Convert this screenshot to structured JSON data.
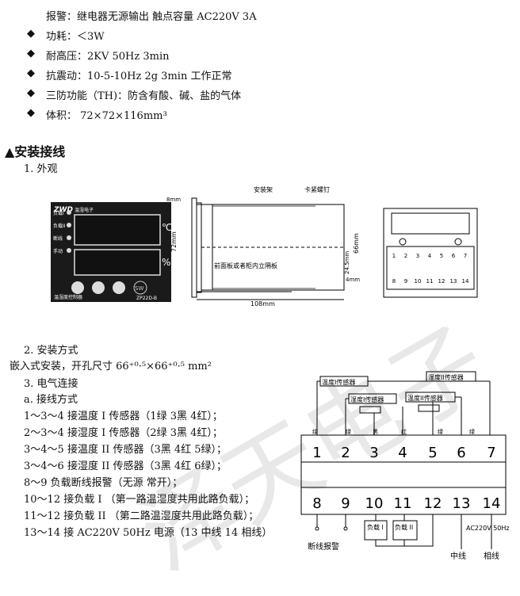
{
  "specs": {
    "alarm": "报警：继电器无源输出 触点容量 AC220V 3A",
    "items": [
      "功耗：＜3W",
      "耐高压：2KV 50Hz 3min",
      "抗震动：10-5-10Hz 2g 3min 工作正常",
      "三防功能（TH)：防含有酸、碱、盐的气体",
      "体积： 72×72×116mm³"
    ],
    "bullet": "◆"
  },
  "section_title": "▲安装接线",
  "appearance": {
    "heading": "1.  外观",
    "front_labels": [
      "负载I",
      "负载II",
      "断线",
      "手动"
    ],
    "front_brand": "ZWD",
    "front_brand_sub": "温湿电子",
    "front_c1": "℃",
    "front_c2": "%",
    "front_model": "ZP22D-B",
    "front_name": "温湿度控制器",
    "front_sw": "SW",
    "side_dim_8": "8mm",
    "side_dim_72": "72mm",
    "side_dim_66": "66mm",
    "side_dim_245": "24.5mm",
    "side_dim_4": "4mm",
    "side_dim_108": "108mm",
    "side_label_mount": "安装架",
    "side_label_screw": "卡紧螺钉",
    "side_label_panel": "前面板或者柜内立隔板",
    "back_top_nums": [
      "1",
      "2",
      "3",
      "4",
      "5",
      "6",
      "7"
    ],
    "back_bot_nums": [
      "8",
      "9",
      "10",
      "11",
      "12",
      "13",
      "14"
    ]
  },
  "install": {
    "heading": "2.  安装方式",
    "text": "嵌入式安装，开孔尺寸 66⁺⁰·⁵×66⁺⁰·⁵ mm²"
  },
  "wiring": {
    "heading": "3.  电气连接",
    "sub": "a. 接线方式",
    "lines": [
      "1～3～4 接温度 I 传感器（1绿 3黑 4红）；",
      "2～3～4 接湿度 I 传感器（2绿 3黑 4红）；",
      "3～4～5 接温度 II 传感器（3黑 4红 5绿）；",
      "3～4～6 接湿度 II 传感器（3黑 4红 6绿）；",
      "8～9  负载断线报警（无源 常开）；",
      "10～12 接负载 I （第一路温湿度共用此路负载）；",
      "11～12 接负载 II （第二路温湿度共用此路负载）；",
      "13～14 接 AC220V 50Hz 电源（13 中线 14 相线）"
    ]
  },
  "diagram": {
    "sensor_t1": "温度I传感器",
    "sensor_h1": "湿度I传感器",
    "sensor_h2": "湿度II传感器",
    "sensor_t2": "温度II传感器",
    "wire_green": "绿",
    "wire_black": "黑",
    "wire_red": "红",
    "terminals_top": [
      "1",
      "2",
      "3",
      "4",
      "5",
      "6",
      "7"
    ],
    "terminals_bot": [
      "8",
      "9",
      "10",
      "11",
      "12",
      "13",
      "14"
    ],
    "load1": "负载 I",
    "load2": "负载 II",
    "power": "AC220V 50Hz",
    "alarm_label": "断线报警",
    "neutral_label": "中线",
    "phase_label": "相线"
  },
  "watermark": "泽天电子"
}
